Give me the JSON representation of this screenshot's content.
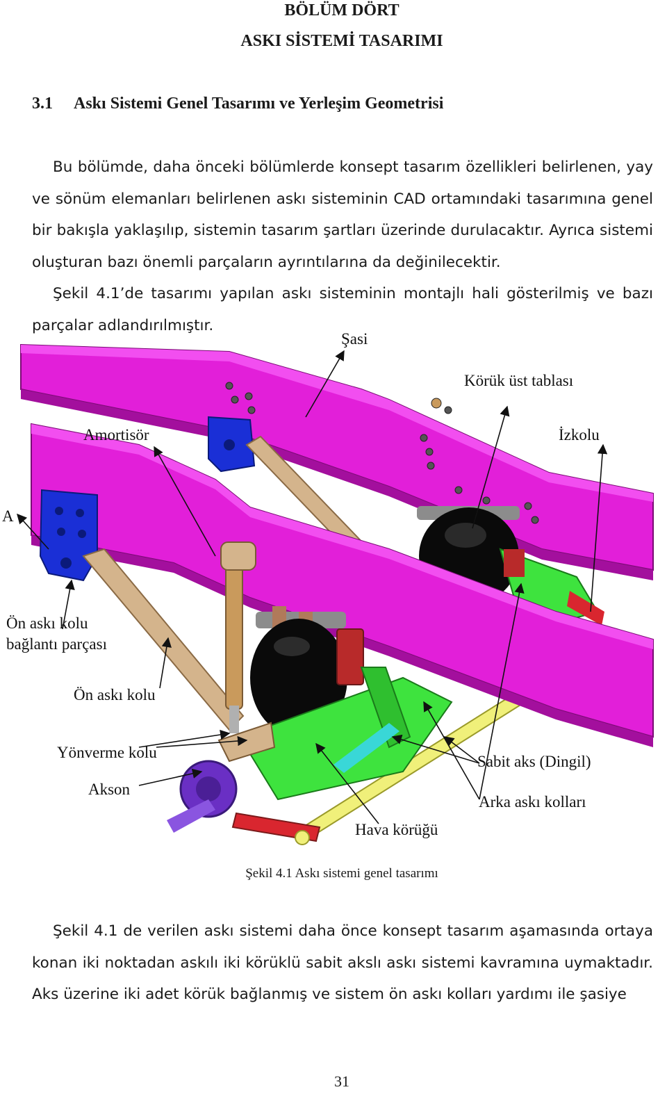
{
  "chapter": {
    "line1": "BÖLÜM DÖRT",
    "line2": "ASKI SİSTEMİ TASARIMI"
  },
  "section": {
    "number": "3.1",
    "title": "Askı Sistemi Genel Tasarımı ve Yerleşim Geometrisi"
  },
  "paragraphs": {
    "intro": "Bu bölümde, daha önceki bölümlerde konsept tasarım özellikleri belirlenen, yay ve sönüm elemanları belirlenen askı sisteminin CAD ortamındaki tasarımına genel bir bakışla yaklaşılıp, sistemin tasarım şartları üzerinde durulacaktır. Ayrıca sistemi oluşturan bazı önemli parçaların ayrıntılarına da değinilecektir.",
    "figure_ref": "Şekil 4.1’de tasarımı yapılan askı sisteminin montajlı hali gösterilmiş ve bazı parçalar adlandırılmıştır.",
    "after_figure": "Şekil 4.1 de verilen askı sistemi daha önce konsept tasarım aşamasında ortaya konan iki noktadan askılı iki körüklü sabit akslı askı sistemi kavramına uymaktadır. Aks üzerine iki adet körük bağlanmış ve sistem ön askı kolları yardımı ile şasiye"
  },
  "figure": {
    "labels": {
      "sasi": "Şasi",
      "koruk_ust_tablasi": "Körük üst tablası",
      "amortisor": "Amortisör",
      "izkolu": "İzkolu",
      "a": "A",
      "on_aski_kolu_baglanti_1": "Ön askı kolu",
      "on_aski_kolu_baglanti_2": "bağlantı parçası",
      "on_aski_kolu": "Ön askı kolu",
      "yonverme_kolu": "Yönverme kolu",
      "akson": "Akson",
      "sabit_aks": "Sabit aks (Dingil)",
      "arka_aski_kollari": "Arka askı kolları",
      "hava_korugu": "Hava körüğü"
    },
    "caption": "Şekil 4.1 Askı sistemi genel tasarımı",
    "colors": {
      "chassis": "#e21fd9",
      "chassis_dark": "#a30f9d",
      "arm": "#d4b48c",
      "bracket_blue": "#1a2fd6",
      "bellow": "#0a0a0a",
      "axle_green": "#3ee33e",
      "axle_yellow": "#f0f07a",
      "hub_purple": "#6a2fc4",
      "link_red": "#d9262f",
      "orange": "#f08a1e"
    }
  },
  "page_number": "31"
}
